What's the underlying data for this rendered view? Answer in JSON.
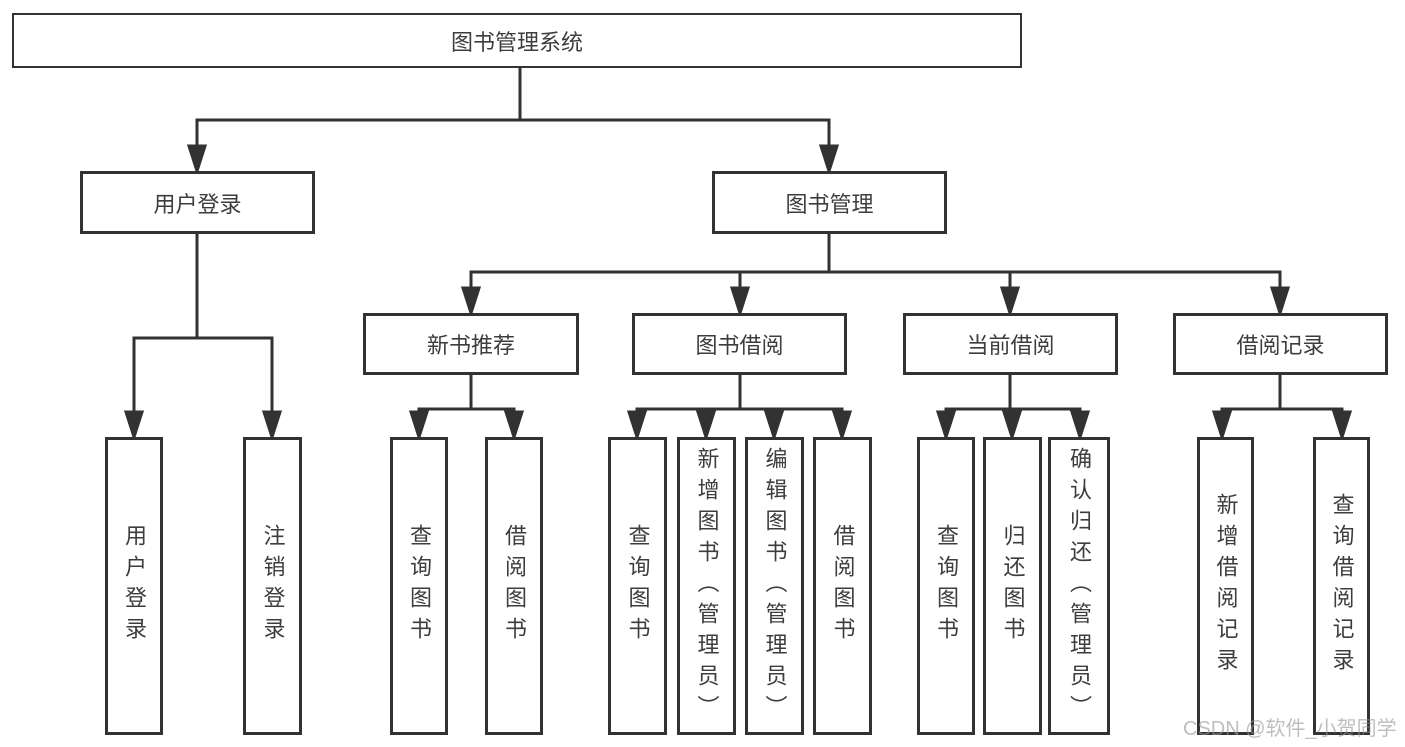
{
  "colors": {
    "line": "#323232",
    "box_border": "#323232",
    "text": "#3d3d3d",
    "background": "#ffffff",
    "watermark": "#969696"
  },
  "tree": {
    "label": "图书管理系统",
    "children": [
      {
        "label": "用户登录",
        "children": [
          {
            "label": "用户登录"
          },
          {
            "label": "注销登录"
          }
        ]
      },
      {
        "label": "图书管理",
        "children": [
          {
            "label": "新书推荐",
            "children": [
              {
                "label": "查询图书"
              },
              {
                "label": "借阅图书"
              }
            ]
          },
          {
            "label": "图书借阅",
            "children": [
              {
                "label": "查询图书"
              },
              {
                "label": "新增图书（管理员）"
              },
              {
                "label": "编辑图书（管理员）"
              },
              {
                "label": "借阅图书"
              }
            ]
          },
          {
            "label": "当前借阅",
            "children": [
              {
                "label": "查询图书"
              },
              {
                "label": "归还图书"
              },
              {
                "label": "确认归还（管理员）"
              }
            ]
          },
          {
            "label": "借阅记录",
            "children": [
              {
                "label": "新增借阅记录"
              },
              {
                "label": "查询借阅记录"
              }
            ]
          }
        ]
      }
    ]
  },
  "watermark": {
    "text": "CSDN @软件_小贺同学"
  }
}
